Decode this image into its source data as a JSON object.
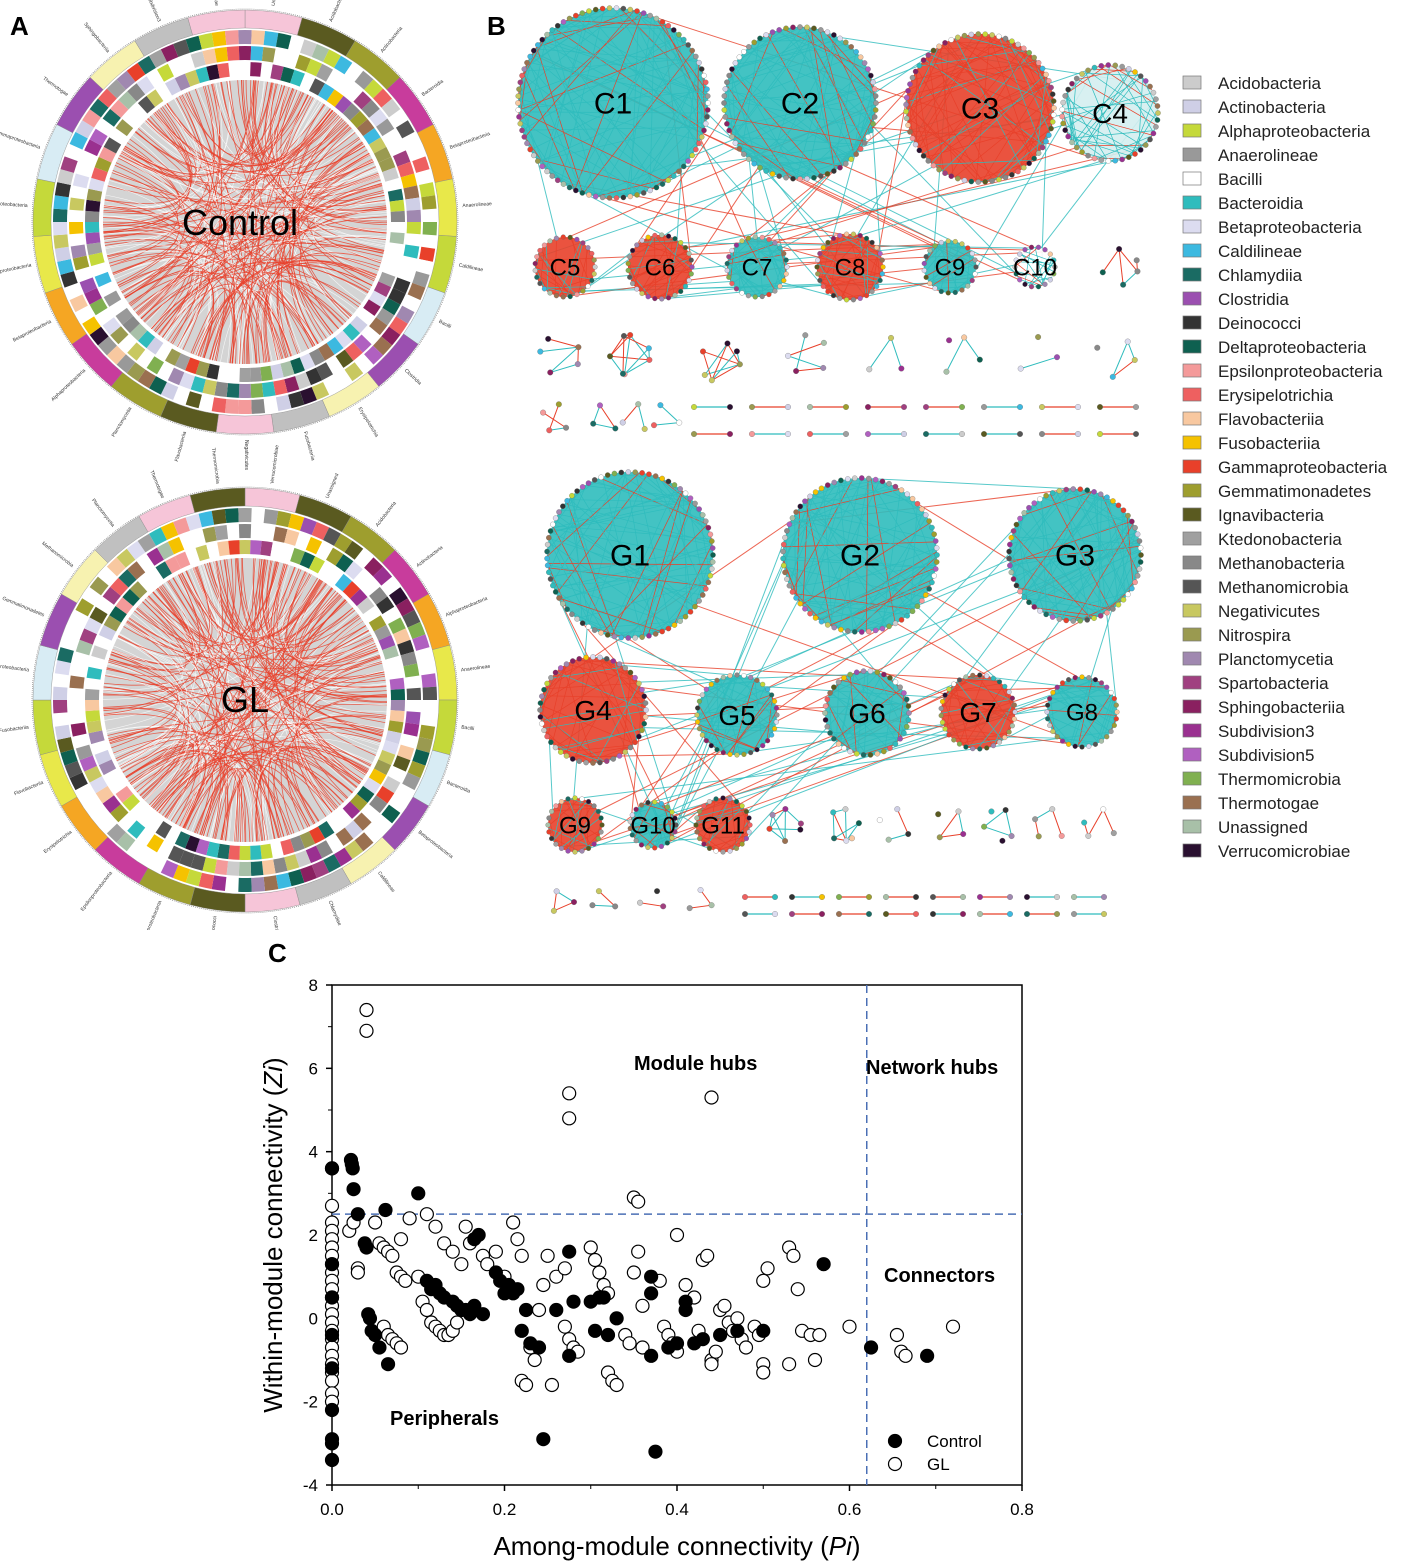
{
  "panels": {
    "A": {
      "label": "A",
      "circles": [
        {
          "title": "Control",
          "taxa": [
            "Unassigned",
            "Acidobacteria",
            "Actinobacteria",
            "Bacteroidia",
            "Betaproteobacteria",
            "Anaerolineae",
            "Caldilineae",
            "Bacilli",
            "Clostridia",
            "Erysipelotrichia",
            "Fusobacteriia",
            "Negativicutes",
            "Flavobacteriia",
            "Planctomycetia",
            "Alphaproteobacteria",
            "Betaproteobacteria",
            "Deltaproteobacteria",
            "Epsilonproteobacteria",
            "Gammaproteobacteria",
            "Thermotogae",
            "Sphingobacteriia",
            "Subdivision3",
            "Verrucomicrobiae"
          ]
        },
        {
          "title": "GL",
          "taxa": [
            "Verrucomicrobiae",
            "Unassigned",
            "Acidobacteria",
            "Actinobacteria",
            "Alphaproteobacteria",
            "Anaerolineae",
            "Bacilli",
            "Bacteroidia",
            "Betaproteobacteria",
            "Caldilineae",
            "Chlamydiae",
            "Clostridia",
            "Deinococci",
            "Deltaproteobacteria",
            "Epsilonproteobacteria",
            "Erysipelotrichia",
            "Flavobacteriia",
            "Fusobacteriia",
            "Gammaproteobacteria",
            "Gemmatimonadetes",
            "Methanomicrobia",
            "Planctomycetia",
            "Thermotogae",
            "Thermomicrobia"
          ]
        }
      ]
    },
    "B": {
      "label": "B",
      "control_modules": [
        "C1",
        "C2",
        "C3",
        "C4",
        "C5",
        "C6",
        "C7",
        "C8",
        "C9",
        "C10"
      ],
      "gl_modules": [
        "G1",
        "G2",
        "G3",
        "G4",
        "G5",
        "G6",
        "G7",
        "G8",
        "G9",
        "G10",
        "G11"
      ],
      "legend": [
        {
          "name": "Acidobacteria",
          "color": "#cccccc"
        },
        {
          "name": "Actinobacteria",
          "color": "#cfcfe6"
        },
        {
          "name": "Alphaproteobacteria",
          "color": "#c5d93a"
        },
        {
          "name": "Anaerolineae",
          "color": "#999999"
        },
        {
          "name": "Bacilli",
          "color": "#ffffff"
        },
        {
          "name": "Bacteroidia",
          "color": "#2fbcbd"
        },
        {
          "name": "Betaproteobacteria",
          "color": "#dcdcf0"
        },
        {
          "name": "Caldilineae",
          "color": "#3cb9e0"
        },
        {
          "name": "Chlamydiia",
          "color": "#1a6b63"
        },
        {
          "name": "Clostridia",
          "color": "#9b4fb0"
        },
        {
          "name": "Deinococci",
          "color": "#333333"
        },
        {
          "name": "Deltaproteobacteria",
          "color": "#0e6050"
        },
        {
          "name": "Epsilonproteobacteria",
          "color": "#f49a9a"
        },
        {
          "name": "Erysipelotrichia",
          "color": "#ee6060"
        },
        {
          "name": "Flavobacteriia",
          "color": "#f8c8a0"
        },
        {
          "name": "Fusobacteriia",
          "color": "#f5c200"
        },
        {
          "name": "Gammaproteobacteria",
          "color": "#e8402a"
        },
        {
          "name": "Gemmatimonadetes",
          "color": "#9e9e2e"
        },
        {
          "name": "Ignavibacteria",
          "color": "#5a5a20"
        },
        {
          "name": "Ktedonobacteria",
          "color": "#a0a0a0"
        },
        {
          "name": "Methanobacteria",
          "color": "#888888"
        },
        {
          "name": "Methanomicrobia",
          "color": "#555555"
        },
        {
          "name": "Negativicutes",
          "color": "#c8c860"
        },
        {
          "name": "Nitrospira",
          "color": "#9a9a50"
        },
        {
          "name": "Planctomycetia",
          "color": "#a088b0"
        },
        {
          "name": "Spartobacteria",
          "color": "#a04080"
        },
        {
          "name": "Sphingobacteriia",
          "color": "#8a2060"
        },
        {
          "name": "Subdivision3",
          "color": "#9a3090"
        },
        {
          "name": "Subdivision5",
          "color": "#b060c0"
        },
        {
          "name": "Thermomicrobia",
          "color": "#80b050"
        },
        {
          "name": "Thermotogae",
          "color": "#9a7050"
        },
        {
          "name": "Unassigned",
          "color": "#a8c0a8"
        },
        {
          "name": "Verrucomicrobiae",
          "color": "#2a1030"
        }
      ]
    },
    "C": {
      "label": "C",
      "annotations": {
        "module_hubs": "Module hubs",
        "network_hubs": "Network hubs",
        "connectors": "Connectors",
        "peripherals": "Peripherals"
      }
    }
  },
  "chart_data": {
    "type": "scatter",
    "xlabel_prefix": "Among-module connectivity (",
    "xlabel_italic": "Pi",
    "xlabel_suffix": ")",
    "ylabel_prefix": "Within-module connectivity (",
    "ylabel_italic": "Zi",
    "ylabel_suffix": ")",
    "xlim": [
      0,
      0.8
    ],
    "ylim": [
      -4,
      8
    ],
    "xticks": [
      "0.0",
      "0.2",
      "0.4",
      "0.6",
      "0.8"
    ],
    "yticks": [
      "-4",
      "-2",
      "0",
      "2",
      "4",
      "6",
      "8"
    ],
    "thresholds": {
      "pi": 0.62,
      "zi": 2.5
    },
    "legend": [
      "Control",
      "GL"
    ],
    "series": [
      {
        "name": "Control",
        "fill": "#000000",
        "points": [
          [
            0,
            3.6
          ],
          [
            0,
            -2.2
          ],
          [
            0,
            -2.9
          ],
          [
            0,
            -3.0
          ],
          [
            0,
            -3.4
          ],
          [
            0,
            -1.2
          ],
          [
            0,
            -0.4
          ],
          [
            0,
            0.5
          ],
          [
            0,
            1.3
          ],
          [
            0.022,
            3.8
          ],
          [
            0.023,
            3.7
          ],
          [
            0.024,
            3.6
          ],
          [
            0.025,
            3.1
          ],
          [
            0.03,
            2.5
          ],
          [
            0.038,
            1.8
          ],
          [
            0.04,
            1.7
          ],
          [
            0.042,
            0.1
          ],
          [
            0.044,
            0.0
          ],
          [
            0.046,
            -0.3
          ],
          [
            0.05,
            -0.4
          ],
          [
            0.055,
            -0.7
          ],
          [
            0.062,
            2.6
          ],
          [
            0.065,
            -1.1
          ],
          [
            0.1,
            3.0
          ],
          [
            0.11,
            0.9
          ],
          [
            0.115,
            0.7
          ],
          [
            0.12,
            0.8
          ],
          [
            0.125,
            0.6
          ],
          [
            0.13,
            0.5
          ],
          [
            0.14,
            0.4
          ],
          [
            0.145,
            0.3
          ],
          [
            0.15,
            0.2
          ],
          [
            0.155,
            0.2
          ],
          [
            0.16,
            0.1
          ],
          [
            0.165,
            1.9
          ],
          [
            0.165,
            0.3
          ],
          [
            0.17,
            2.0
          ],
          [
            0.175,
            0.1
          ],
          [
            0.19,
            1.1
          ],
          [
            0.195,
            0.9
          ],
          [
            0.2,
            0.6
          ],
          [
            0.205,
            0.8
          ],
          [
            0.21,
            0.6
          ],
          [
            0.215,
            0.7
          ],
          [
            0.22,
            -0.3
          ],
          [
            0.225,
            0.2
          ],
          [
            0.23,
            -0.6
          ],
          [
            0.24,
            -0.7
          ],
          [
            0.245,
            -2.9
          ],
          [
            0.26,
            0.2
          ],
          [
            0.275,
            1.6
          ],
          [
            0.28,
            0.4
          ],
          [
            0.275,
            -0.9
          ],
          [
            0.3,
            0.4
          ],
          [
            0.305,
            -0.3
          ],
          [
            0.31,
            0.5
          ],
          [
            0.315,
            0.5
          ],
          [
            0.32,
            -0.4
          ],
          [
            0.33,
            0.0
          ],
          [
            0.37,
            1.0
          ],
          [
            0.37,
            0.6
          ],
          [
            0.37,
            -0.9
          ],
          [
            0.375,
            -3.2
          ],
          [
            0.39,
            -0.7
          ],
          [
            0.4,
            -0.6
          ],
          [
            0.41,
            0.2
          ],
          [
            0.41,
            0.4
          ],
          [
            0.42,
            -0.6
          ],
          [
            0.43,
            -0.5
          ],
          [
            0.45,
            -0.4
          ],
          [
            0.47,
            -0.3
          ],
          [
            0.5,
            -0.3
          ],
          [
            0.57,
            1.3
          ],
          [
            0.625,
            -0.7
          ],
          [
            0.69,
            -0.9
          ]
        ]
      },
      {
        "name": "GL",
        "fill": "#ffffff",
        "points": [
          [
            0.04,
            7.4
          ],
          [
            0.04,
            6.9
          ],
          [
            0.275,
            5.4
          ],
          [
            0.275,
            4.8
          ],
          [
            0.44,
            5.3
          ],
          [
            0.35,
            2.9
          ],
          [
            0.355,
            2.8
          ],
          [
            0,
            3.6
          ],
          [
            0,
            2.7
          ],
          [
            0,
            2.3
          ],
          [
            0,
            2.1
          ],
          [
            0,
            1.9
          ],
          [
            0,
            1.7
          ],
          [
            0,
            1.5
          ],
          [
            0,
            1.3
          ],
          [
            0,
            1.1
          ],
          [
            0,
            0.9
          ],
          [
            0,
            0.7
          ],
          [
            0,
            0.5
          ],
          [
            0,
            0.3
          ],
          [
            0,
            0.1
          ],
          [
            0,
            -0.1
          ],
          [
            0,
            -0.3
          ],
          [
            0,
            -0.5
          ],
          [
            0,
            -0.7
          ],
          [
            0,
            -0.9
          ],
          [
            0,
            -1.1
          ],
          [
            0,
            -1.3
          ],
          [
            0,
            -1.5
          ],
          [
            0,
            -1.8
          ],
          [
            0,
            -2.0
          ],
          [
            0.02,
            2.1
          ],
          [
            0.025,
            2.3
          ],
          [
            0.03,
            1.2
          ],
          [
            0.03,
            1.1
          ],
          [
            0.05,
            2.3
          ],
          [
            0.055,
            1.8
          ],
          [
            0.06,
            1.7
          ],
          [
            0.065,
            1.6
          ],
          [
            0.07,
            1.5
          ],
          [
            0.075,
            1.1
          ],
          [
            0.08,
            1.0
          ],
          [
            0.085,
            0.9
          ],
          [
            0.08,
            1.9
          ],
          [
            0.09,
            2.4
          ],
          [
            0.06,
            -0.2
          ],
          [
            0.065,
            -0.4
          ],
          [
            0.07,
            -0.5
          ],
          [
            0.075,
            -0.6
          ],
          [
            0.08,
            -0.7
          ],
          [
            0.1,
            1.0
          ],
          [
            0.105,
            0.4
          ],
          [
            0.11,
            0.2
          ],
          [
            0.115,
            -0.1
          ],
          [
            0.12,
            -0.2
          ],
          [
            0.125,
            -0.3
          ],
          [
            0.13,
            -0.4
          ],
          [
            0.135,
            -0.4
          ],
          [
            0.14,
            -0.3
          ],
          [
            0.145,
            -0.1
          ],
          [
            0.11,
            2.5
          ],
          [
            0.12,
            2.2
          ],
          [
            0.13,
            1.8
          ],
          [
            0.14,
            1.6
          ],
          [
            0.15,
            1.3
          ],
          [
            0.155,
            2.2
          ],
          [
            0.16,
            1.8
          ],
          [
            0.175,
            1.5
          ],
          [
            0.18,
            1.3
          ],
          [
            0.19,
            1.6
          ],
          [
            0.2,
            1.0
          ],
          [
            0.205,
            0.7
          ],
          [
            0.21,
            2.3
          ],
          [
            0.215,
            1.9
          ],
          [
            0.22,
            1.5
          ],
          [
            0.22,
            -1.5
          ],
          [
            0.225,
            -1.6
          ],
          [
            0.23,
            -0.7
          ],
          [
            0.235,
            -1.0
          ],
          [
            0.24,
            0.2
          ],
          [
            0.245,
            0.8
          ],
          [
            0.25,
            1.5
          ],
          [
            0.255,
            -1.6
          ],
          [
            0.26,
            1.0
          ],
          [
            0.27,
            1.2
          ],
          [
            0.27,
            -0.2
          ],
          [
            0.275,
            -0.5
          ],
          [
            0.28,
            -0.7
          ],
          [
            0.285,
            -0.8
          ],
          [
            0.3,
            1.7
          ],
          [
            0.305,
            1.4
          ],
          [
            0.31,
            1.1
          ],
          [
            0.315,
            0.8
          ],
          [
            0.32,
            0.6
          ],
          [
            0.32,
            -1.3
          ],
          [
            0.325,
            -1.5
          ],
          [
            0.33,
            -1.6
          ],
          [
            0.34,
            -0.4
          ],
          [
            0.345,
            -0.6
          ],
          [
            0.35,
            1.1
          ],
          [
            0.355,
            1.6
          ],
          [
            0.36,
            0.3
          ],
          [
            0.36,
            -0.7
          ],
          [
            0.38,
            0.9
          ],
          [
            0.385,
            -0.2
          ],
          [
            0.39,
            -0.4
          ],
          [
            0.395,
            -0.6
          ],
          [
            0.4,
            -0.8
          ],
          [
            0.4,
            2.0
          ],
          [
            0.41,
            0.8
          ],
          [
            0.42,
            0.5
          ],
          [
            0.425,
            -0.3
          ],
          [
            0.43,
            1.4
          ],
          [
            0.435,
            1.5
          ],
          [
            0.44,
            -1.0
          ],
          [
            0.44,
            -1.1
          ],
          [
            0.445,
            -0.8
          ],
          [
            0.45,
            0.2
          ],
          [
            0.455,
            0.3
          ],
          [
            0.46,
            -0.1
          ],
          [
            0.465,
            -0.3
          ],
          [
            0.47,
            0.0
          ],
          [
            0.475,
            -0.5
          ],
          [
            0.48,
            -0.7
          ],
          [
            0.49,
            -0.2
          ],
          [
            0.495,
            -0.4
          ],
          [
            0.5,
            0.9
          ],
          [
            0.505,
            1.2
          ],
          [
            0.5,
            -1.1
          ],
          [
            0.5,
            -1.3
          ],
          [
            0.53,
            1.7
          ],
          [
            0.535,
            1.5
          ],
          [
            0.54,
            0.7
          ],
          [
            0.545,
            -0.3
          ],
          [
            0.53,
            -1.1
          ],
          [
            0.555,
            -0.4
          ],
          [
            0.56,
            -1.0
          ],
          [
            0.565,
            -0.4
          ],
          [
            0.6,
            -0.2
          ],
          [
            0.655,
            -0.4
          ],
          [
            0.66,
            -0.8
          ],
          [
            0.665,
            -0.9
          ],
          [
            0.72,
            -0.2
          ]
        ]
      }
    ]
  }
}
